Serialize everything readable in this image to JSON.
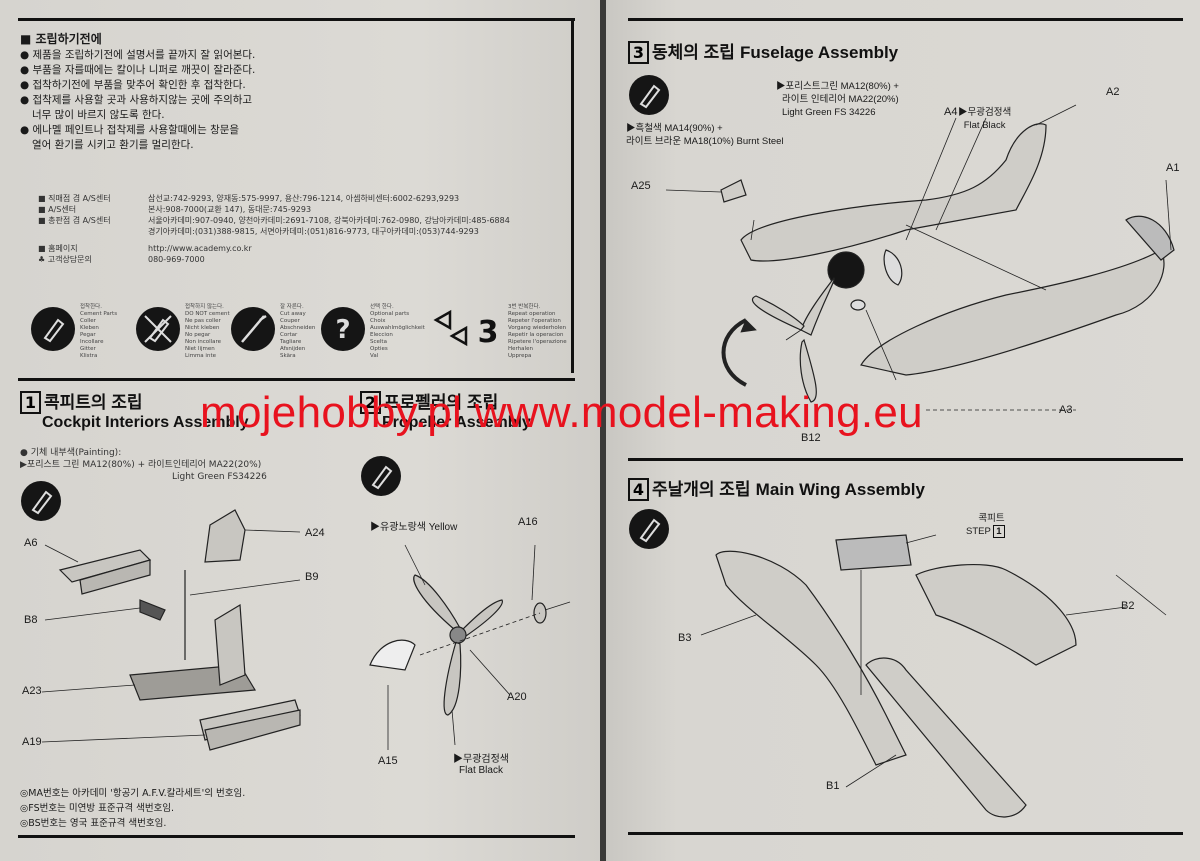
{
  "watermark": "mojehobby.pl www.model-making.eu",
  "prep": {
    "title": "조립하기전에",
    "items": [
      "제품을 조립하기전에 설명서를 끝까지 잘 읽어본다.",
      "부품을 자를때에는 칼이나 니퍼로 깨끗이 잘라준다.",
      "접착하기전에 부품을 맞추어 확인한 후 접착한다.",
      "접착제를 사용할 곳과 사용하지않는 곳에 주의하고",
      "너무 많이 바르지 않도록 한다.",
      "에나멜 페인트나 접착제를 사용할때에는 창문을",
      "열어 환기를 시키고 환기를 멀리한다."
    ]
  },
  "service": {
    "rows": [
      {
        "label": "직매점 겸 A/S센터",
        "text": "삼선교:742-9293, 양재동:575-9997, 용산:796-1214, 아셈하비센터:6002-6293,9293"
      },
      {
        "label": "A/S센터",
        "text": "본사:908-7000(교환 147), 동대문:745-9293"
      },
      {
        "label": "총판점 겸 A/S센터",
        "text": "서울아카데미:907-0940, 양천아카데미:2691-7108, 강북아카데미:762-0980, 강남아카데미:485-6884"
      },
      {
        "label": "",
        "text": "경기아카데미:(031)388-9815, 서면아카데미:(051)816-9773, 대구아카데미:(053)744-9293"
      },
      {
        "label": "홈페이지",
        "text": "http://www.academy.co.kr"
      },
      {
        "label": "고객상담문의",
        "text": "080-969-7000"
      }
    ]
  },
  "legend": [
    {
      "name": "cement-icon",
      "lines": [
        "접착한다.",
        "Cement Parts",
        "Coller",
        "Kleben",
        "Pegar",
        "Incollare",
        "Gitter",
        "Klistra"
      ]
    },
    {
      "name": "no-cement-icon",
      "lines": [
        "접착하지 않는다.",
        "DO NOT cement",
        "Ne pas coller",
        "Nicht kleben",
        "No pegar",
        "Non incollare",
        "Niet lijmen",
        "Limma inte"
      ]
    },
    {
      "name": "cut-icon",
      "lines": [
        "잘 자른다.",
        "Cut away",
        "Couper",
        "Abschneiden",
        "Cortar",
        "Tagliare",
        "Afsnijden",
        "Skära"
      ]
    },
    {
      "name": "option-icon",
      "lines": [
        "선택 한다.",
        "Optional parts",
        "Choix",
        "Auswahlmöglichkeit",
        "Eleccion",
        "Scelta",
        "Opties",
        "Val"
      ]
    },
    {
      "name": "repeat-icon",
      "lines": [
        "3번 반복한다.",
        "Repeat operation",
        "Repeter l'operation",
        "Vorgang wiederholen",
        "Repetir la operacion",
        "Ripetere l'operazione",
        "Herhalen",
        "Upprepa"
      ]
    }
  ],
  "steps": {
    "s1": {
      "num": "1",
      "kor": "콕피트의 조립",
      "eng": "Cockpit Interiors Assembly",
      "note1": "기체 내부색(Painting):",
      "note2": "포리스트 그린 MA12(80%) + 라이트인테리어 MA22(20%)",
      "note3": "Light Green FS34226"
    },
    "s2": {
      "num": "2",
      "kor": "프로펠러의 조립",
      "eng": "Propeller Assembly"
    },
    "s3": {
      "num": "3",
      "kor": "동체의 조립",
      "eng": "Fuselage Assembly"
    },
    "s4": {
      "num": "4",
      "kor": "주날개의 조립",
      "eng": "Main Wing Assembly"
    }
  },
  "parts": {
    "a24": "A24",
    "a6": "A6",
    "b9": "B9",
    "b8": "B8",
    "a23": "A23",
    "a19": "A19",
    "a16": "A16",
    "a20": "A20",
    "a15": "A15",
    "a2": "A2",
    "a1": "A1",
    "a4": "A4",
    "a25": "A25",
    "a3": "A3",
    "b12": "B12",
    "b2": "B2",
    "b3": "B3",
    "b1": "B1"
  },
  "paints": {
    "yellow": "▶유광노랑색 Yellow",
    "flatblack_kr": "▶무광검정색",
    "flatblack_en": "Flat Black",
    "s3_green1": "▶포리스트그린 MA12(80%) +",
    "s3_green2": "라이트 인테리어 MA22(20%)",
    "s3_green3": "Light Green FS 34226",
    "s3_steel1": "▶흑철색 MA14(90%) +",
    "s3_steel2": "라이트 브라운 MA18(10%) Burnt Steel",
    "s3_black_kr": "▶무광검정색",
    "s3_black_en": "Flat Black",
    "cockpit": "콕피트",
    "step1": "STEP"
  },
  "footnotes": [
    "MA번호는 아카데미 '항공기 A.F.V.칼라세트'의 번호임.",
    "FS번호는 미연방 표준규격 색번호임.",
    "BS번호는 영국 표준규격 색번호임."
  ],
  "colors": {
    "watermark": "#e8121e",
    "ink": "#111111",
    "paper": "#d9d7d2"
  }
}
